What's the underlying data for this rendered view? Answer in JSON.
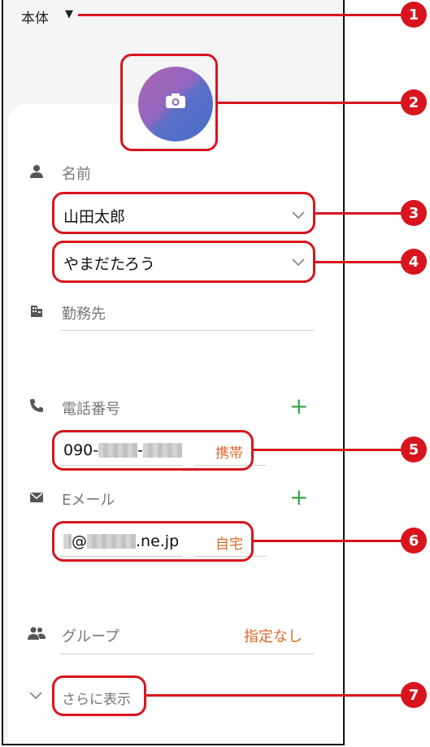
{
  "header": {
    "storage_label": "本体",
    "caret": "▼"
  },
  "fields": {
    "name": {
      "label": "名前",
      "full_name": "山田太郎",
      "reading": "やまだたろう"
    },
    "workplace": {
      "label": "勤務先"
    },
    "phone": {
      "label": "電話番号",
      "value_prefix": "090-",
      "value_sep": "-",
      "type": "携帯",
      "add": "+"
    },
    "email": {
      "label": "Eメール",
      "value_at": "@",
      "value_domain": ".ne.jp",
      "type": "自宅",
      "add": "+"
    },
    "group": {
      "label": "グループ",
      "value": "指定なし"
    },
    "more": {
      "label": "さらに表示"
    }
  },
  "callouts": [
    "1",
    "2",
    "3",
    "4",
    "5",
    "6",
    "7"
  ],
  "colors": {
    "callout": "#d8141e",
    "accent_add": "#3aa34a",
    "tag": "#d96a2b"
  },
  "icons": [
    "camera-icon",
    "person-icon",
    "building-icon",
    "phone-icon",
    "mail-icon",
    "group-icon",
    "chevron-down-icon",
    "plus-icon"
  ]
}
